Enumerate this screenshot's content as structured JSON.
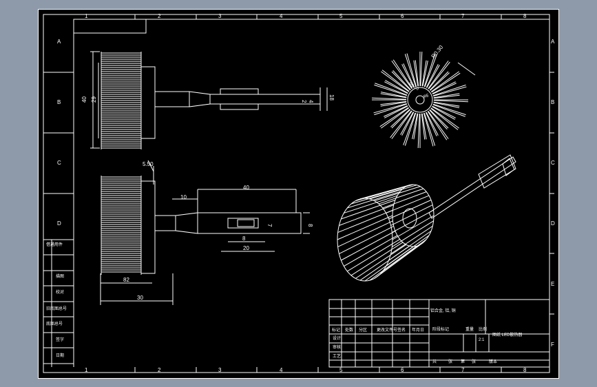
{
  "colors": {
    "background": "#8e9aa9",
    "sheet": "#000000",
    "lines": "#ffffff"
  },
  "border": {
    "columns": [
      "1",
      "2",
      "3",
      "4",
      "5",
      "6",
      "7",
      "8"
    ],
    "rows": [
      "A",
      "B",
      "C",
      "D",
      "E",
      "F"
    ]
  },
  "dimensions": {
    "side_top_40": "40",
    "side_top_29": "29",
    "side_top_18": "18",
    "side_top_2": "2",
    "side_top_4": "4",
    "side_bottom_550": "5.50",
    "side_bottom_40": "40",
    "side_bottom_10": "10",
    "side_bottom_7": "7",
    "side_bottom_8": "8",
    "side_bottom_8b": "8",
    "side_bottom_20": "20",
    "side_bottom_82": "82",
    "side_bottom_30": "30",
    "front_r30": "R0.30",
    "front_r50": "R0.50",
    "front_phi5": "φ5"
  },
  "left_column_labels": [
    "借通用件",
    "描图",
    "校对",
    "旧底图总号",
    "底图总号",
    "签字",
    "日期"
  ],
  "title_block": {
    "material": "铝合金, 铝, 铜",
    "title": "图纸 LED散热器",
    "scale": "2:1",
    "header_cells": [
      "标记",
      "处数",
      "分区",
      "更改文件号",
      "签名",
      "年月日"
    ],
    "role_labels": [
      "设计",
      "审核",
      "工艺"
    ],
    "stage_labels": [
      "阶段标记",
      "重量",
      "比例"
    ],
    "sheet_labels": [
      "共",
      "张",
      "第",
      "张"
    ],
    "version": "版本"
  }
}
